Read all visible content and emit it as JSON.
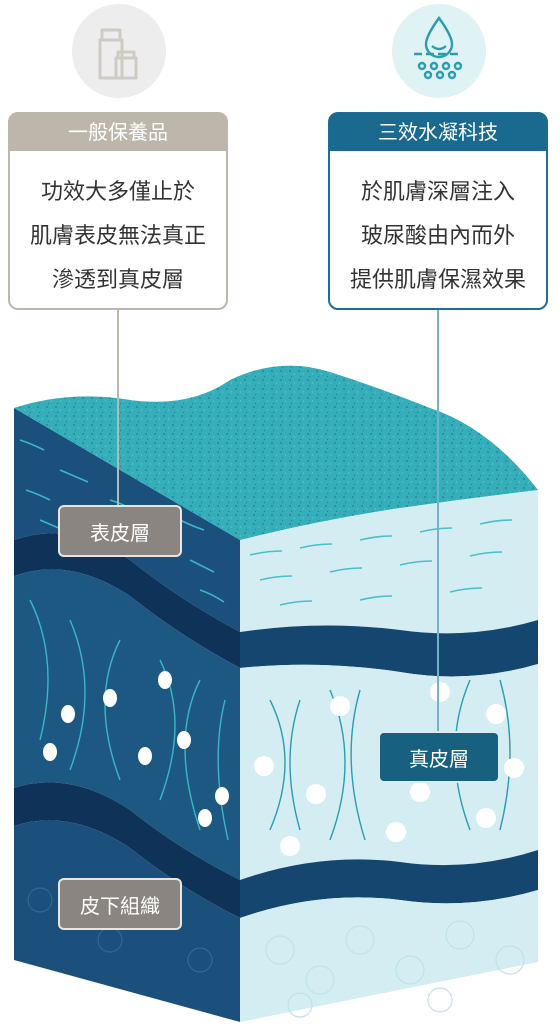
{
  "left_card": {
    "icon": "skincare-bottle-jar-icon",
    "title": "一般保養品",
    "lines": [
      "功效大多僅止於",
      "肌膚表皮無法真正",
      "滲透到真皮層"
    ]
  },
  "right_card": {
    "icon": "water-drop-molecules-icon",
    "title": "三效水凝科技",
    "lines": [
      "於肌膚深層注入",
      "玻尿酸由內而外",
      "提供肌膚保濕效果"
    ]
  },
  "layers": {
    "epidermis": "表皮層",
    "dermis": "真皮層",
    "subcutis": "皮下組織"
  },
  "colors": {
    "teal_top": "#3bb7c3",
    "navy": "#12426a",
    "mid_blue": "#1d5c84",
    "light_face": "#d4edf2",
    "accent_card": "#1a6a8f",
    "grey_card": "#bdb6aa"
  }
}
